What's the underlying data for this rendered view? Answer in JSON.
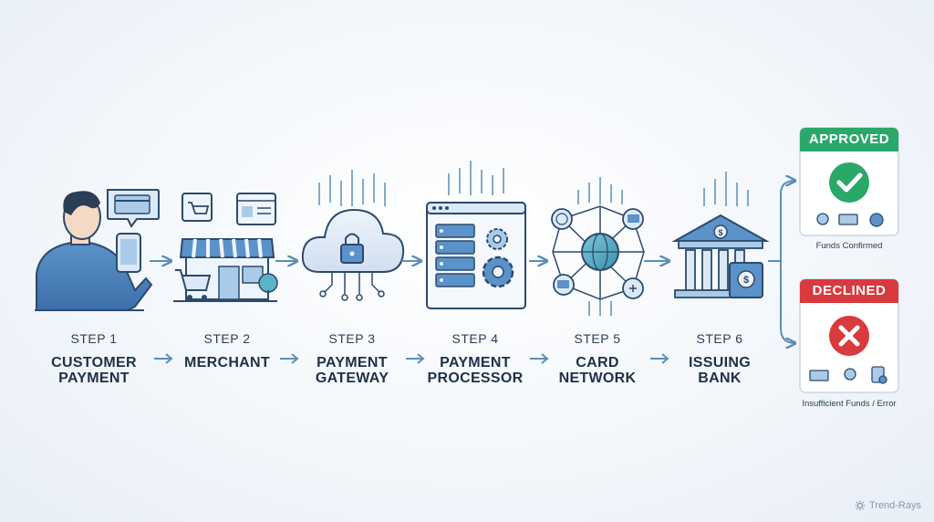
{
  "steps": [
    {
      "number": "STEP 1",
      "title": "CUSTOMER\nPAYMENT"
    },
    {
      "number": "STEP 2",
      "title": "MERCHANT"
    },
    {
      "number": "STEP 3",
      "title": "PAYMENT\nGATEWAY"
    },
    {
      "number": "STEP 4",
      "title": "PAYMENT\nPROCESSOR"
    },
    {
      "number": "STEP 5",
      "title": "CARD\nNETWORK"
    },
    {
      "number": "STEP 6",
      "title": "ISSUING\nBANK"
    }
  ],
  "outcomes": {
    "approved": {
      "badge": "APPROVED",
      "caption": "Funds Confirmed",
      "color": "#2aa86a"
    },
    "declined": {
      "badge": "DECLINED",
      "caption": "Insufficient Funds / Error",
      "color": "#d93a3e"
    }
  },
  "watermark": "Trend-Rays",
  "colors": {
    "primary": "#3d6fa8",
    "accent": "#5ab4c8",
    "text": "#1e3048"
  }
}
